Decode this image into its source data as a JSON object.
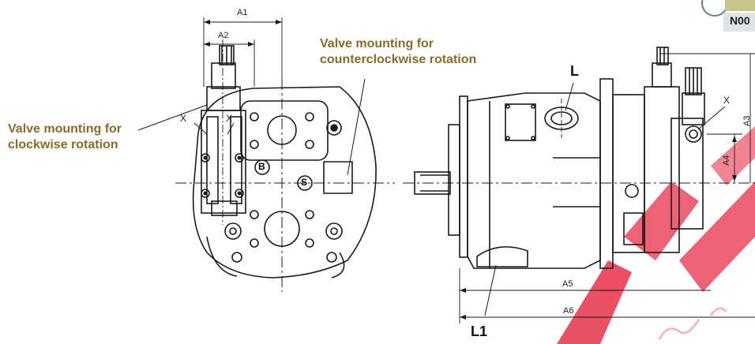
{
  "callouts": {
    "ccw_line1": "Valve mounting for",
    "ccw_line2": "counterclockwise rotation",
    "cw_line1": "Valve mounting for",
    "cw_line2": "clockwise rotation"
  },
  "dimensions": {
    "a1": "A1",
    "a2": "A2",
    "a3": "A3",
    "a4": "A4",
    "a5": "A5",
    "a6": "A6"
  },
  "ports": {
    "l": "L",
    "l1": "L1",
    "b": "B",
    "s": "S",
    "x_left_1": "X",
    "x_left_2": "X",
    "x_right": "X"
  },
  "corner_badge": "N00",
  "watermark_color": "#e8324a",
  "callout_color": "#8a6a2c"
}
